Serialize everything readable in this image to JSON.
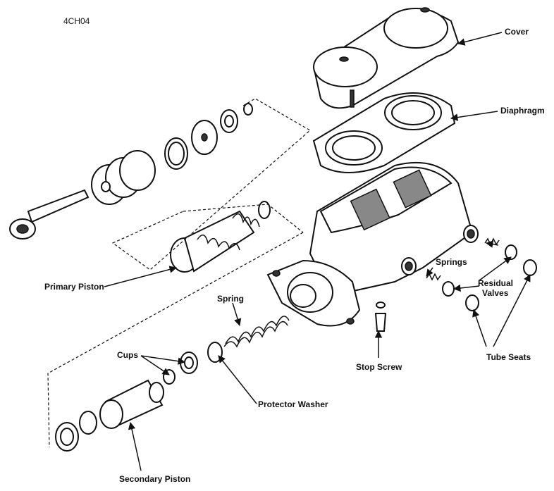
{
  "figure_code": "4CH04",
  "labels": {
    "cover": "Cover",
    "diaphragm": "Diaphragm",
    "springs": "Springs",
    "residual_valves_line1": "Residual",
    "residual_valves_line2": "Valves",
    "tube_seats": "Tube Seats",
    "stop_screw": "Stop Screw",
    "spring": "Spring",
    "primary_piston": "Primary Piston",
    "cups": "Cups",
    "protector_washer": "Protector Washer",
    "secondary_piston": "Secondary Piston"
  }
}
